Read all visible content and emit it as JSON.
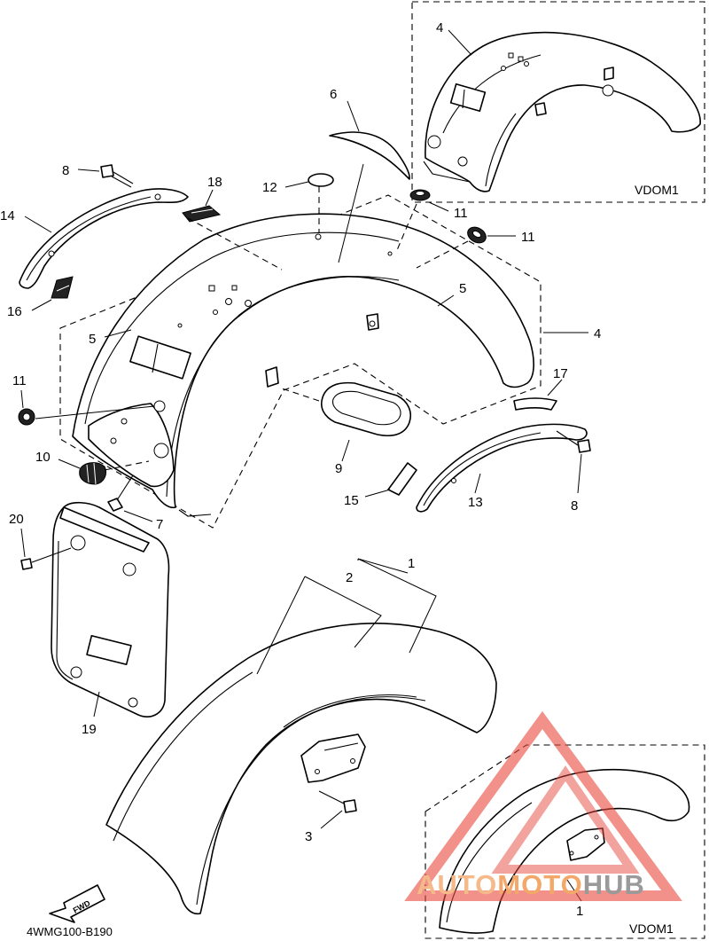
{
  "diagram_code": "4WMG100-B190",
  "variant_label": "VDOM1",
  "forward_label": "FWD",
  "watermark": {
    "word_a": "AUTO",
    "word_b": "MOTO",
    "word_c": "HUB",
    "color_a": "#f5b98a",
    "color_b": "#f3a86a",
    "color_c": "#9a9a9a",
    "triangle_color": "#e8483c"
  },
  "part_numbers": {
    "p1": "1",
    "p2": "2",
    "p3": "3",
    "p4": "4",
    "p5": "5",
    "p6": "6",
    "p7": "7",
    "p8": "8",
    "p9": "9",
    "p10": "10",
    "p11": "11",
    "p12": "12",
    "p13": "13",
    "p14": "14",
    "p15": "15",
    "p16": "16",
    "p17": "17",
    "p18": "18",
    "p19": "19",
    "p20": "20"
  }
}
